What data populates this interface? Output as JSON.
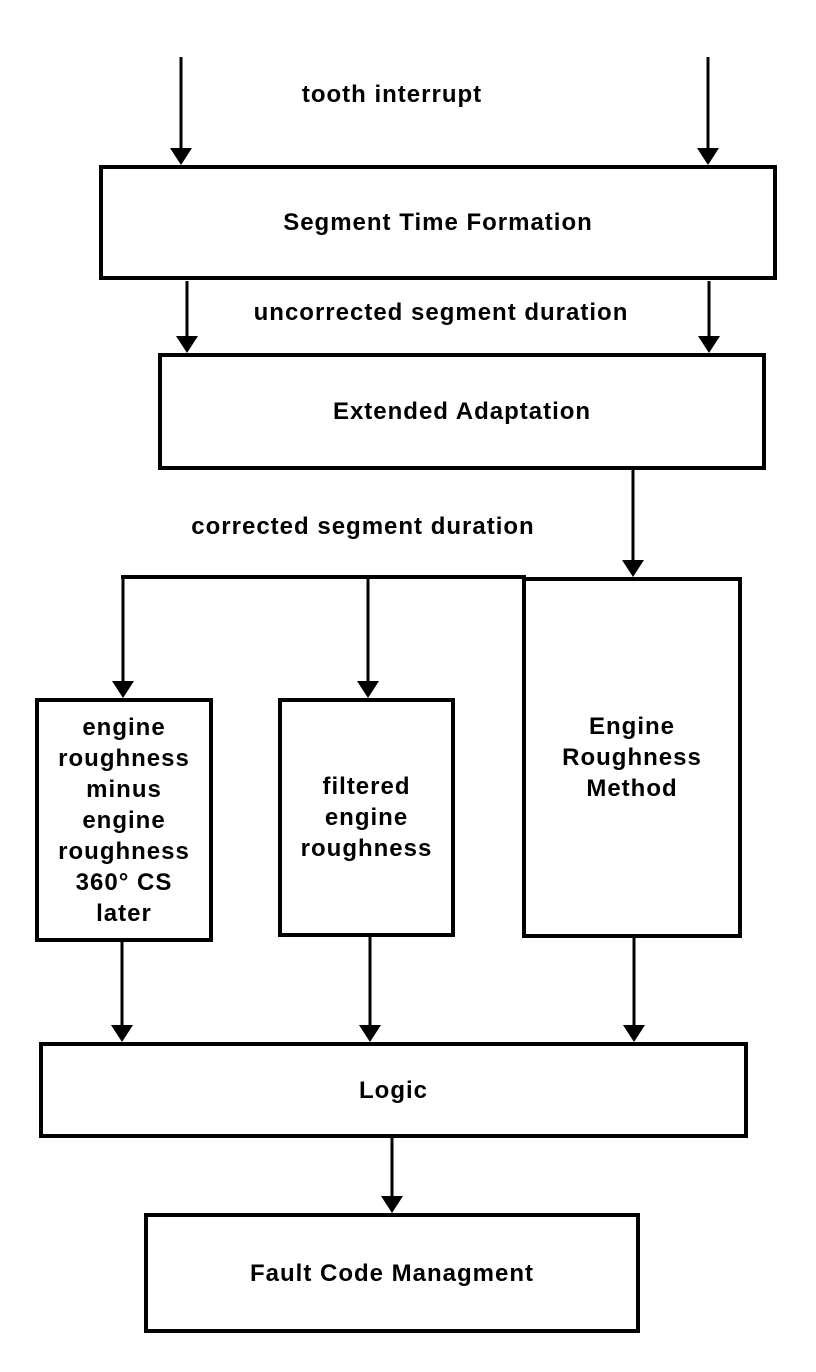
{
  "diagram": {
    "background_color": "#ffffff",
    "line_color": "#000000",
    "text_color": "#000000",
    "nodes": {
      "segment_time_formation": "Segment Time Formation",
      "extended_adaptation": "Extended Adaptation",
      "engine_roughness_minus": "engine\nroughness\nminus\nengine\nroughness\n360° CS\nlater",
      "filtered_engine_roughness": "filtered\nengine\nroughness",
      "engine_roughness_method": "Engine\nRoughness\nMethod",
      "logic": "Logic",
      "fault_code_management": "Fault Code Managment"
    },
    "edge_labels": {
      "tooth_interrupt": "tooth interrupt",
      "uncorrected_segment_duration": "uncorrected segment duration",
      "corrected_segment_duration": "corrected segment duration"
    }
  }
}
